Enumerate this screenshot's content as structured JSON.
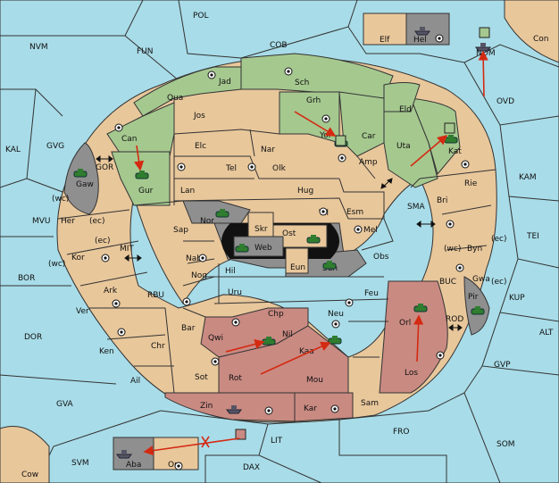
{
  "map": {
    "sea_regions": [
      "POL",
      "NVM",
      "FUN",
      "COB",
      "Con",
      "NOM",
      "OVD",
      "KAL",
      "GVG",
      "GOR",
      "MVU",
      "KAM",
      "TEI",
      "SMA",
      "MIT",
      "BOR",
      "RBU",
      "BUC",
      "KUP",
      "ALT",
      "DOR",
      "ROD",
      "GVP",
      "GVA",
      "FRO",
      "SOM",
      "LIT",
      "SVM",
      "DAX",
      "Cow"
    ],
    "land_regions": [
      "Jad",
      "Sch",
      "Qua",
      "Jos",
      "Grh",
      "Eld",
      "Can",
      "Car",
      "Elc",
      "Nar",
      "Yor",
      "Uta",
      "Kat",
      "Tel",
      "Olk",
      "Amp",
      "Gur",
      "Lan",
      "Hug",
      "Gaw",
      "Rie",
      "Bri",
      "Vil",
      "Esm",
      "Her",
      "Nor",
      "Skr",
      "Ost",
      "Sap",
      "Mel",
      "Kor",
      "Web",
      "Byn",
      "Nab",
      "Obs",
      "Eun",
      "Sun",
      "Hil",
      "Gwa",
      "Ark",
      "Nog",
      "Pir",
      "Uru",
      "Feu",
      "Ver",
      "Chp",
      "Orl",
      "Bar",
      "Nil",
      "Neu",
      "Qwi",
      "Ken",
      "Chr",
      "Kaa",
      "Rot",
      "Mou",
      "Los",
      "Ail",
      "Sot",
      "Zin",
      "Kar",
      "Sam",
      "Elf",
      "Hel",
      "Aba",
      "Orn"
    ],
    "coast_tags": [
      "(wc)",
      "(ec)",
      "(ec)",
      "(wc)",
      "(wc)",
      "(ec)",
      "(ec)"
    ],
    "colors": {
      "sea": "#a8dce8",
      "land": "#e8c79b",
      "green_power": "#a5c88f",
      "red_power": "#c98a82",
      "grey_power": "#8f8f8f",
      "order_arrow": "#d42a12"
    }
  }
}
